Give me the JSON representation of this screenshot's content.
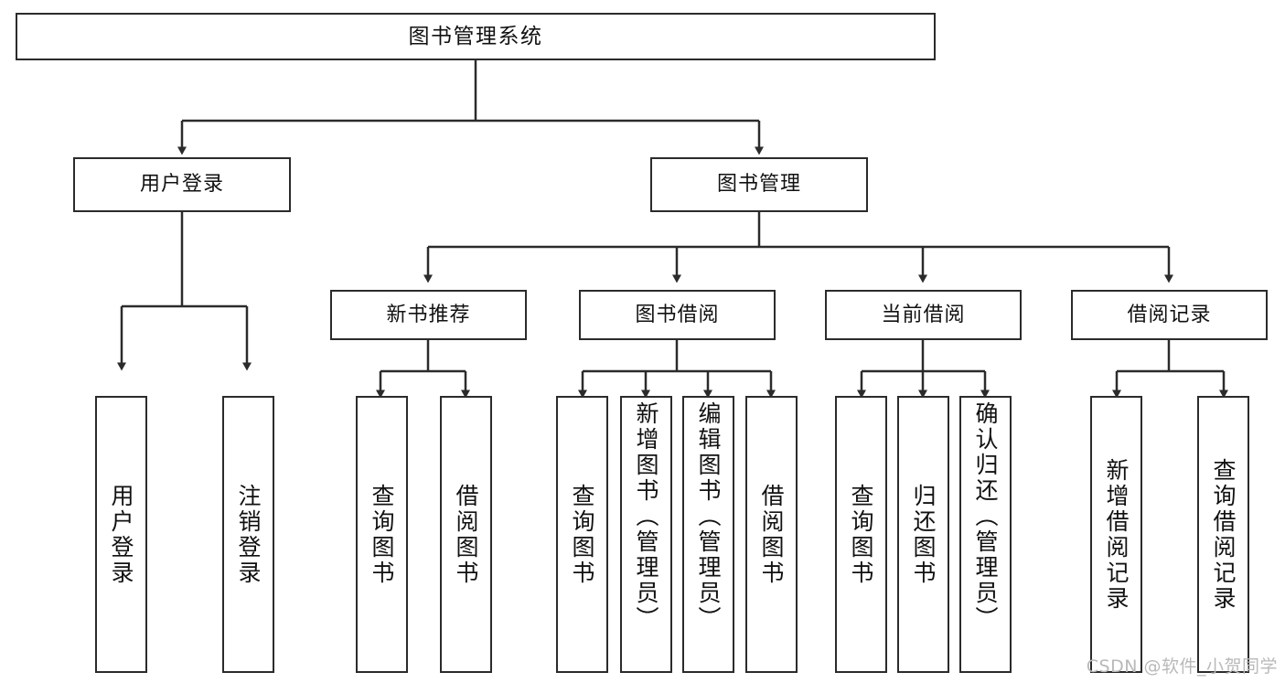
{
  "diagram": {
    "title_node": {
      "label": "图书管理系统"
    },
    "level2": [
      {
        "id": "user-login",
        "label": "用户登录"
      },
      {
        "id": "book-management",
        "label": "图书管理"
      }
    ],
    "level3": [
      {
        "id": "new-book-recommend",
        "label": "新书推荐"
      },
      {
        "id": "book-borrow",
        "label": "图书借阅"
      },
      {
        "id": "current-borrow",
        "label": "当前借阅"
      },
      {
        "id": "borrow-record",
        "label": "借阅记录"
      }
    ],
    "leaves": [
      {
        "id": "leaf-user-login",
        "label": "用户登录",
        "align": "center"
      },
      {
        "id": "leaf-logout-login",
        "label": "注销登录",
        "align": "center"
      },
      {
        "id": "leaf-query-book-1",
        "label": "查询图书",
        "align": "center"
      },
      {
        "id": "leaf-borrow-book-1",
        "label": "借阅图书",
        "align": "center"
      },
      {
        "id": "leaf-query-book-2",
        "label": "查询图书",
        "align": "center"
      },
      {
        "id": "leaf-add-book-admin",
        "label": "新增图书（管理员）",
        "align": "top"
      },
      {
        "id": "leaf-edit-book-admin",
        "label": "编辑图书（管理员）",
        "align": "top"
      },
      {
        "id": "leaf-borrow-book-2",
        "label": "借阅图书",
        "align": "center"
      },
      {
        "id": "leaf-query-book-3",
        "label": "查询图书",
        "align": "center"
      },
      {
        "id": "leaf-return-book",
        "label": "归还图书",
        "align": "center"
      },
      {
        "id": "leaf-confirm-return-admin",
        "label": "确认归还（管理员）",
        "align": "top"
      },
      {
        "id": "leaf-add-borrow-record",
        "label": "新增借阅记录",
        "align": "center"
      },
      {
        "id": "leaf-query-borrow-record",
        "label": "查询借阅记录",
        "align": "center"
      }
    ],
    "watermark": "CSDN @软件_小贺同学",
    "colors": {
      "stroke": "#2b2b2b",
      "fill": "#ffffff",
      "text": "#111111",
      "watermark": "#b9b9b9"
    }
  }
}
